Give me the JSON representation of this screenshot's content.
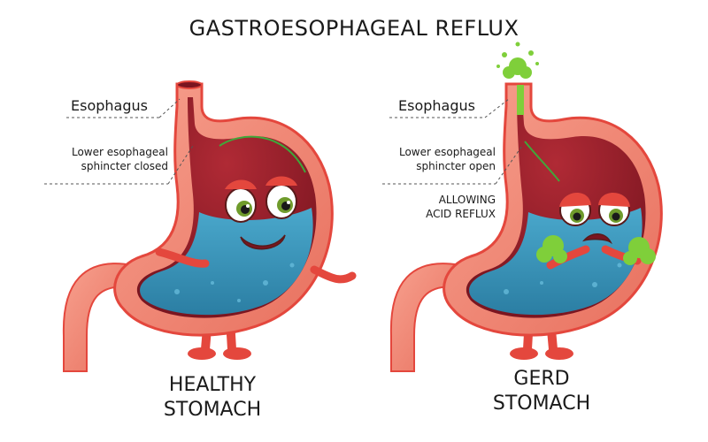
{
  "title": "GASTROESOPHAGEAL REFLUX",
  "left": {
    "esophagus_label": "Esophagus",
    "sphincter_line1": "Lower esophageal",
    "sphincter_line2": "sphincter closed",
    "caption_line1": "HEALTHY",
    "caption_line2": "STOMACH"
  },
  "right": {
    "esophagus_label": "Esophagus",
    "sphincter_line1": "Lower esophageal",
    "sphincter_line2": "sphincter open",
    "note_line1": "ALLOWING",
    "note_line2": "ACID REFLUX",
    "caption_line1": "GERD",
    "caption_line2": "STOMACH"
  },
  "colors": {
    "stomach_wall": "#f08a78",
    "stomach_outline": "#e4473d",
    "inner_dark": "#8e1f2a",
    "acid_fluid": "#3a93b8",
    "acid_reflux": "#7fcf3a",
    "eye_iris": "#6f9b2c"
  }
}
